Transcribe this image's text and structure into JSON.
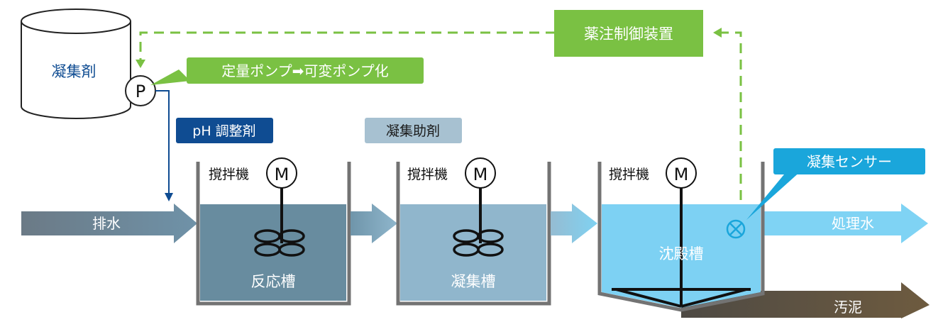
{
  "diagram": {
    "tank_label": "凝集剤",
    "pump_symbol": "P",
    "pump_callout": "定量ポンプ➡可変ポンプ化",
    "controller_label": "薬注制御装置",
    "ph_label": "pH 調整剤",
    "aid_label": "凝集助剤",
    "mixer_label": "撹拌機",
    "motor_symbol": "M",
    "inflow_label": "排水",
    "reaction_tank_label": "反応槽",
    "coagulation_tank_label": "凝集槽",
    "settling_tank_label": "沈殿槽",
    "sensor_callout": "凝集センサー",
    "treated_water_label": "処理水",
    "sludge_label": "汚泥"
  },
  "colors": {
    "green": "#7ac143",
    "blue_dark": "#0f4c92",
    "light_slate": "#a7c1d1",
    "reaction_fill": "#688c9f",
    "coag_fill": "#90b6cc",
    "settling_fill": "#7dd1f3",
    "cyan": "#1aa6db",
    "sludge": "#6e5b3f",
    "wall": "#737373"
  }
}
